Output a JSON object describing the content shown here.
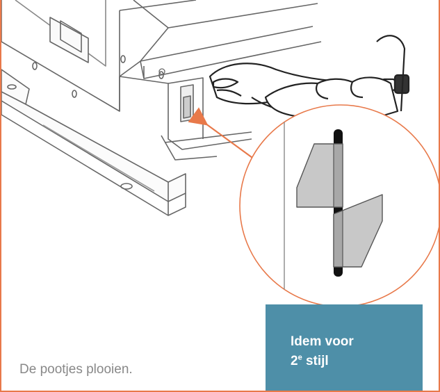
{
  "caption": "De pootjes plooien.",
  "note": {
    "line1": "Idem voor",
    "line2_number": "2",
    "line2_superscript": "e",
    "line2_rest": " stijl"
  },
  "colors": {
    "accent_orange": "#e8794a",
    "note_box": "#4e8fa8",
    "line_drawing": "#555555",
    "tab_fill": "#c8c8c8"
  },
  "icons": [
    "pliers-icon",
    "hand-icon",
    "magnifier-circle-icon",
    "arrow-icon"
  ]
}
